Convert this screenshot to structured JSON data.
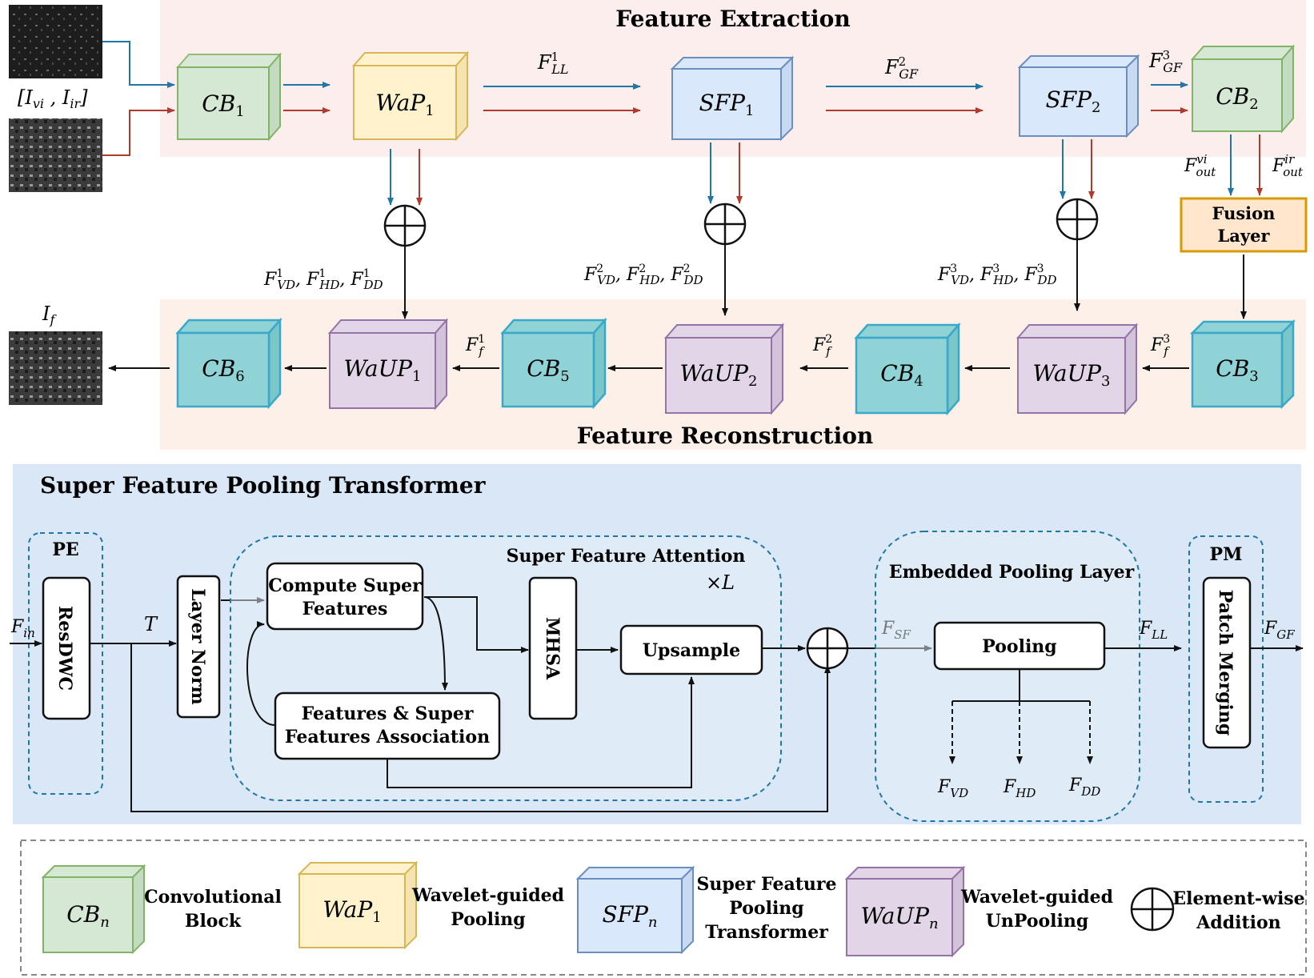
{
  "sections": {
    "extraction_title": "Feature Extraction",
    "reconstruction_title": "Feature Reconstruction",
    "sfpt_title": "Super Feature Pooling Transformer"
  },
  "inputs": {
    "input_label_main": "[I",
    "input_vi_sub": "vi",
    "input_mid": " , I",
    "input_ir_sub": "ir",
    "input_close": "]",
    "output_label_main": "I",
    "output_sub": "f"
  },
  "blocks": {
    "cb1": {
      "main": "CB",
      "sub": "1"
    },
    "wap1": {
      "main": "WaP",
      "sub": "1"
    },
    "sfp1": {
      "main": "SFP",
      "sub": "1"
    },
    "sfp2": {
      "main": "SFP",
      "sub": "2"
    },
    "cb2": {
      "main": "CB",
      "sub": "2"
    },
    "cb3": {
      "main": "CB",
      "sub": "3"
    },
    "waup3": {
      "main": "WaUP",
      "sub": "3"
    },
    "cb4": {
      "main": "CB",
      "sub": "4"
    },
    "waup2": {
      "main": "WaUP",
      "sub": "2"
    },
    "cb5": {
      "main": "CB",
      "sub": "5"
    },
    "waup1": {
      "main": "WaUP",
      "sub": "1"
    },
    "cb6": {
      "main": "CB",
      "sub": "6"
    },
    "fusion_line1": "Fusion",
    "fusion_line2": "Layer"
  },
  "features": {
    "f_ll1": {
      "main": "F",
      "sup": "1",
      "sub": "LL"
    },
    "f_gf2": {
      "main": "F",
      "sup": "2",
      "sub": "GF"
    },
    "f_gf3": {
      "main": "F",
      "sup": "3",
      "sub": "GF"
    },
    "f_out_vi": {
      "main": "F",
      "sup": "vi",
      "sub": "out"
    },
    "f_out_ir": {
      "main": "F",
      "sup": "ir",
      "sub": "out"
    },
    "f_f3": {
      "main": "F",
      "sup": "3",
      "sub": "f"
    },
    "f_f2": {
      "main": "F",
      "sup": "2",
      "sub": "f"
    },
    "f_f1": {
      "main": "F",
      "sup": "1",
      "sub": "f"
    },
    "hf1": {
      "sup": "1"
    },
    "hf2": {
      "sup": "2"
    },
    "hf3": {
      "sup": "3"
    },
    "hf_F": "F",
    "hf_vd": "VD",
    "hf_hd": "HD",
    "hf_dd": "DD",
    "hf_sep": ", "
  },
  "sfpt": {
    "pe_label": "PE",
    "resdwc": "ResDWC",
    "f_in_main": "F",
    "f_in_sub": "in",
    "t_label": "T",
    "layer_norm": "Layer Norm",
    "sfa_title": "Super Feature Attention",
    "times_l": "×L",
    "compute_l1": "Compute Super",
    "compute_l2": "Features",
    "assoc_l1": "Features & Super",
    "assoc_l2": "Features Association",
    "mhsa": "MHSA",
    "upsample": "Upsample",
    "epl_title": "Embedded Pooling Layer",
    "pooling": "Pooling",
    "f_sf_main": "F",
    "f_sf_sub": "SF",
    "f_ll_main": "F",
    "f_ll_sub": "LL",
    "f_vd_sub": "VD",
    "f_hd_sub": "HD",
    "f_dd_sub": "DD",
    "pm_label": "PM",
    "patch_merging": "Patch Merging",
    "f_gf_main": "F",
    "f_gf_sub": "GF"
  },
  "legend": {
    "cb": {
      "main": "CB",
      "sub": "n",
      "l1": "Convolutional",
      "l2": "Block"
    },
    "wap": {
      "main": "WaP",
      "sub": "1",
      "l1": "Wavelet-guided",
      "l2": "Pooling"
    },
    "sfp": {
      "main": "SFP",
      "sub": "n",
      "l1": "Super Feature",
      "l2": "Pooling",
      "l3": "Transformer"
    },
    "waup": {
      "main": "WaUP",
      "sub": "n",
      "l1": "Wavelet-guided",
      "l2": "UnPooling"
    },
    "add": {
      "l1": "Element-wise",
      "l2": "Addition"
    }
  },
  "colors": {
    "cb_green_fill": "#d5e8d4",
    "cb_green_stroke": "#82b366",
    "wap_fill": "#fff2cc",
    "wap_stroke": "#d6b656",
    "sfp_fill": "#dae8fc",
    "sfp_stroke": "#6c8ebf",
    "waup_fill": "#e1d5e7",
    "waup_stroke": "#9673a6",
    "cb_teal_fill": "#8fd3d6",
    "cb_teal_stroke": "#3aa8c9",
    "fusion_fill": "#ffe6cc",
    "fusion_stroke": "#d79b00",
    "arrow_blue": "#1f77a8",
    "arrow_red": "#b03a2e",
    "extraction_bg": "#fdeeee",
    "reconstruction_bg": "#fcf0e8",
    "sfpt_bg": "#d9e7f7"
  }
}
